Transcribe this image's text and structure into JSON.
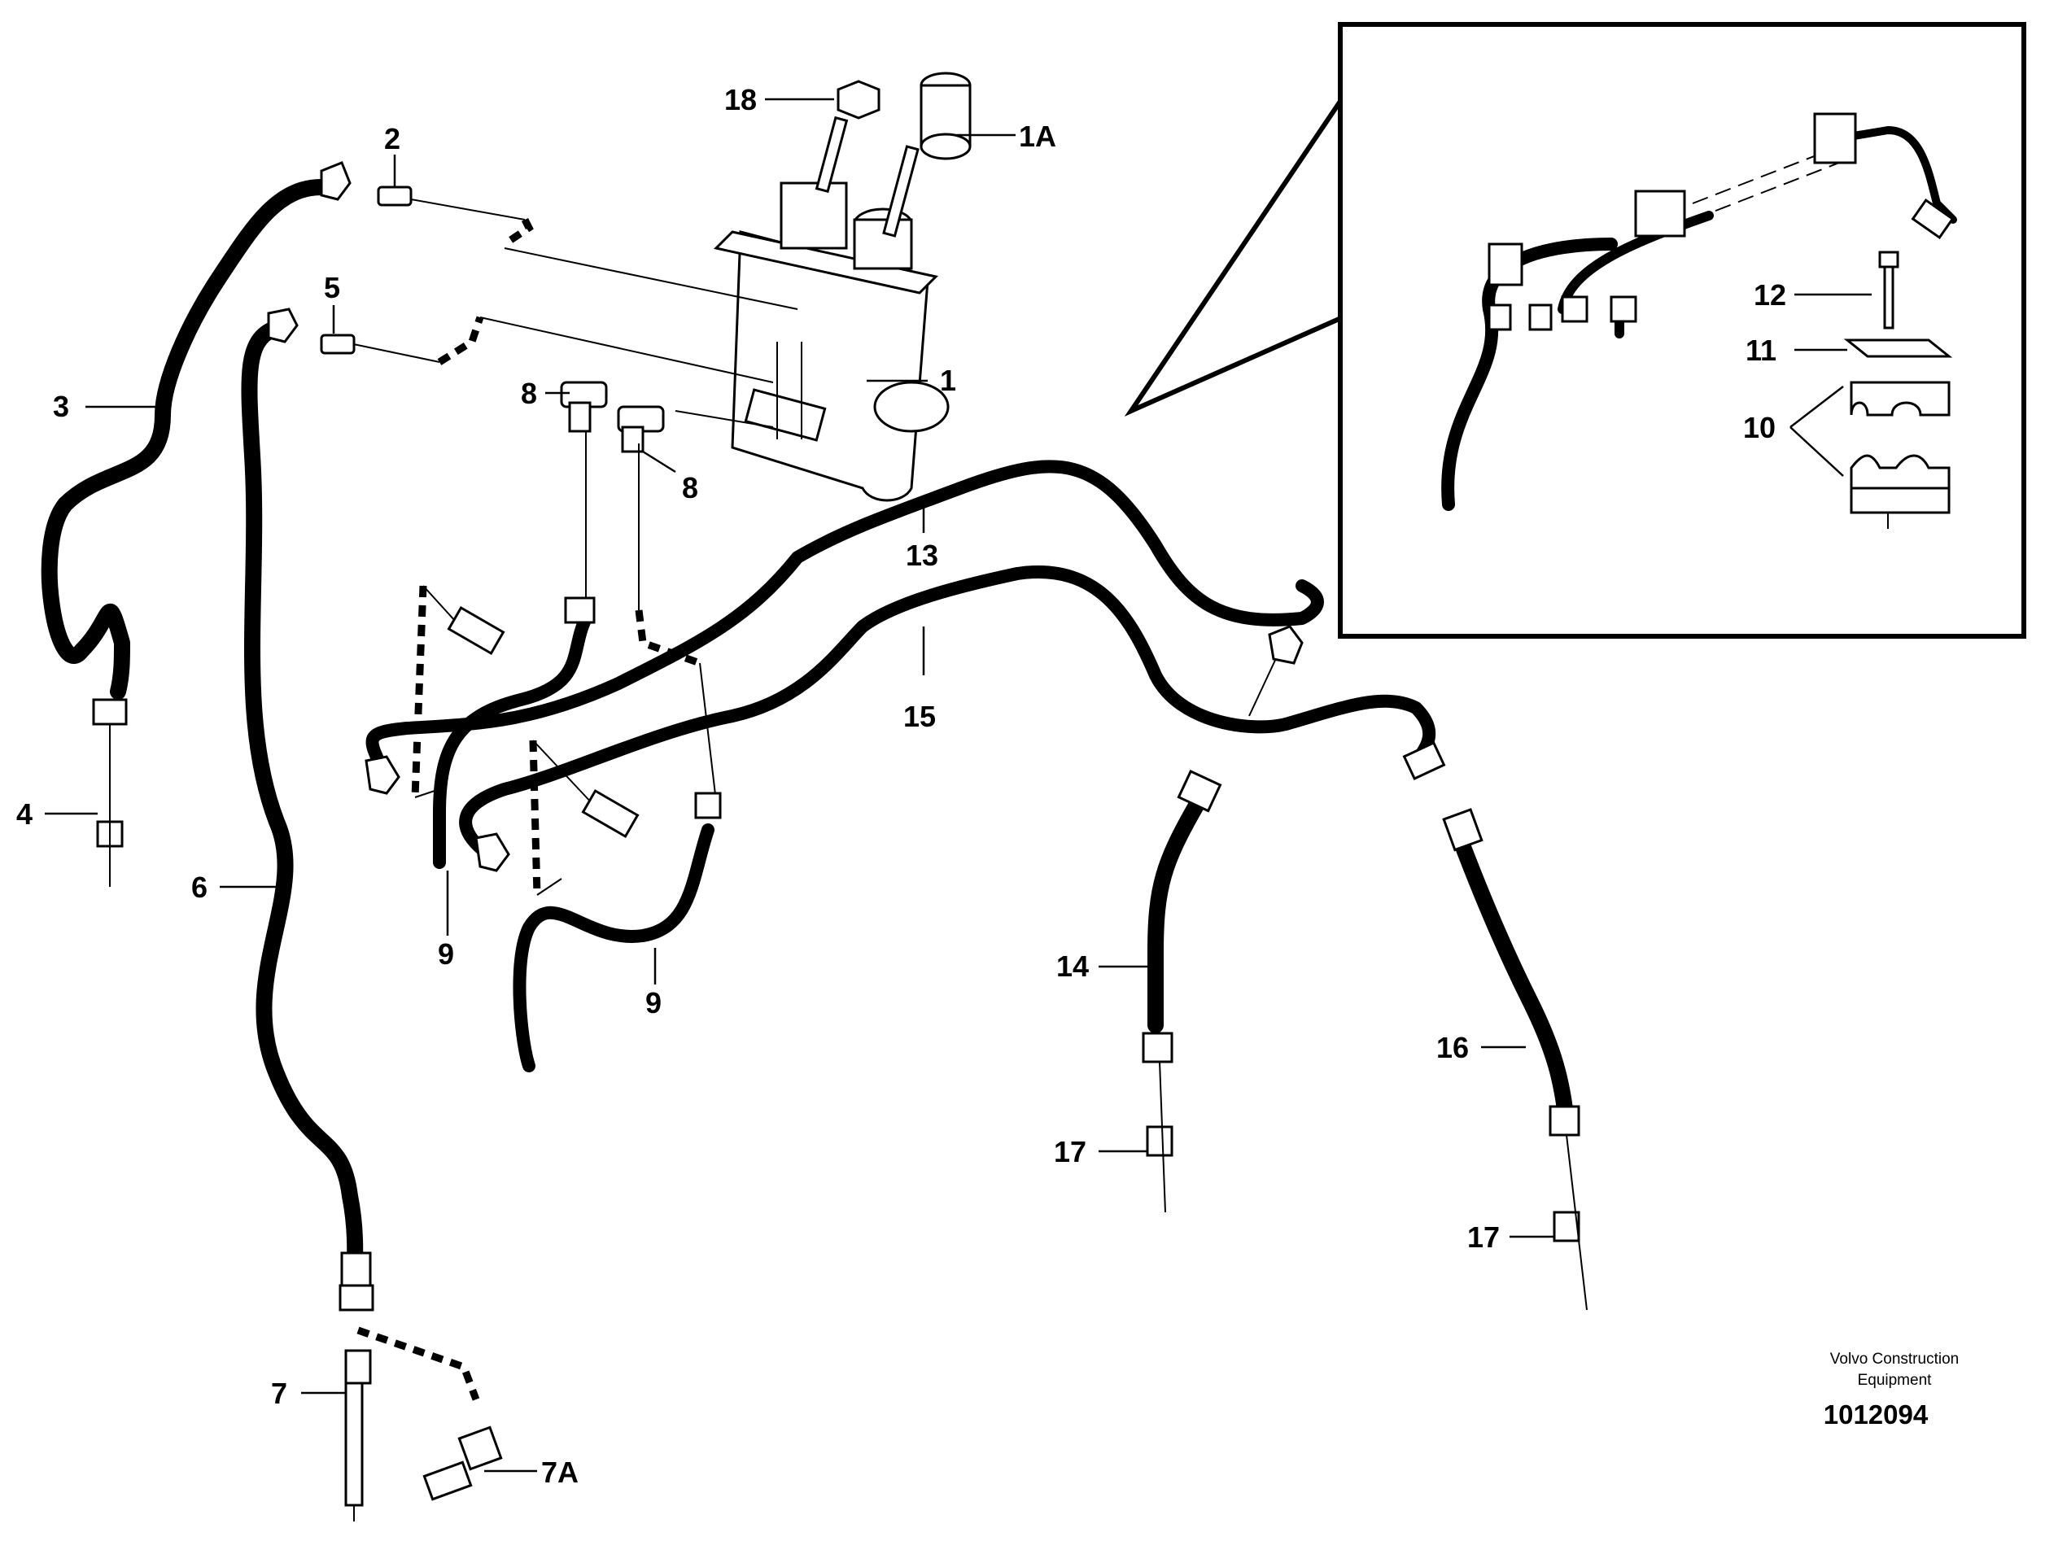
{
  "callouts": {
    "c18": "18",
    "c1A": "1A",
    "c2": "2",
    "c5": "5",
    "c1": "1",
    "c3": "3",
    "c8a": "8",
    "c8b": "8",
    "c13": "13",
    "c15": "15",
    "c4": "4",
    "c6": "6",
    "c9a": "9",
    "c9b": "9",
    "c14": "14",
    "c16": "16",
    "c17a": "17",
    "c17b": "17",
    "c7": "7",
    "c7A": "7A",
    "c12": "12",
    "c11": "11",
    "c10": "10"
  },
  "credit": {
    "line1": "Volvo Construction",
    "line2": "Equipment",
    "doc_number": "1012094"
  }
}
